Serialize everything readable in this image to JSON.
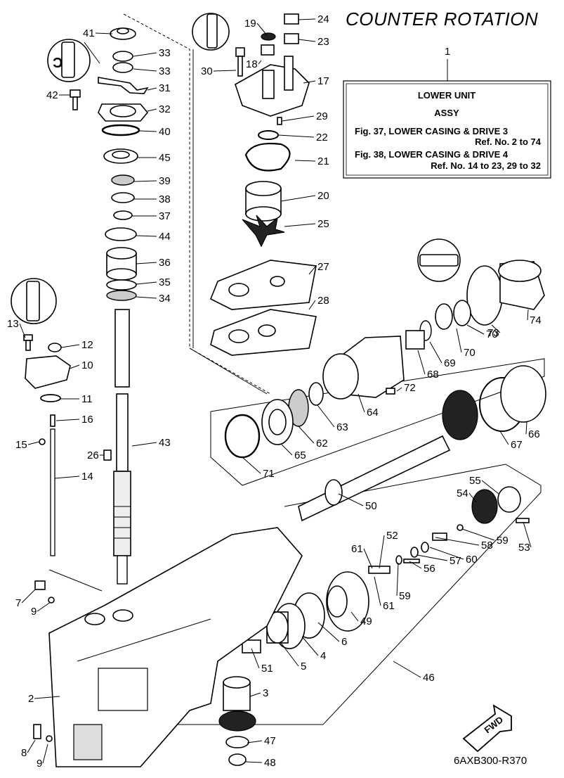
{
  "header": {
    "title": "COUNTER ROTATION"
  },
  "ref_box": {
    "item_number": "1",
    "line1": "LOWER UNIT",
    "line2": "ASSY",
    "line3": "Fig. 37, LOWER CASING & DRIVE 3",
    "line4": "Ref. No. 2 to 74",
    "line5": "Fig. 38, LOWER CASING & DRIVE 4",
    "line6": "Ref. No. 14 to 23, 29 to 32"
  },
  "footer": {
    "drawing_code": "6AXB300-R370",
    "fwd_label": "FWD"
  },
  "callouts": [
    "41",
    "33",
    "33",
    "31",
    "42",
    "32",
    "40",
    "45",
    "39",
    "38",
    "37",
    "44",
    "36",
    "35",
    "34",
    "19",
    "24",
    "23",
    "30",
    "18",
    "17",
    "29",
    "22",
    "21",
    "20",
    "25",
    "27",
    "28",
    "13",
    "12",
    "10",
    "11",
    "16",
    "15",
    "14",
    "26",
    "43",
    "74",
    "73",
    "70",
    "70",
    "69",
    "68",
    "72",
    "64",
    "63",
    "62",
    "65",
    "71",
    "67",
    "66",
    "50",
    "55",
    "54",
    "53",
    "59",
    "58",
    "60",
    "57",
    "56",
    "59",
    "61",
    "52",
    "61",
    "49",
    "6",
    "4",
    "5",
    "51",
    "46",
    "3",
    "2",
    "7",
    "9",
    "8",
    "9",
    "47",
    "48"
  ]
}
